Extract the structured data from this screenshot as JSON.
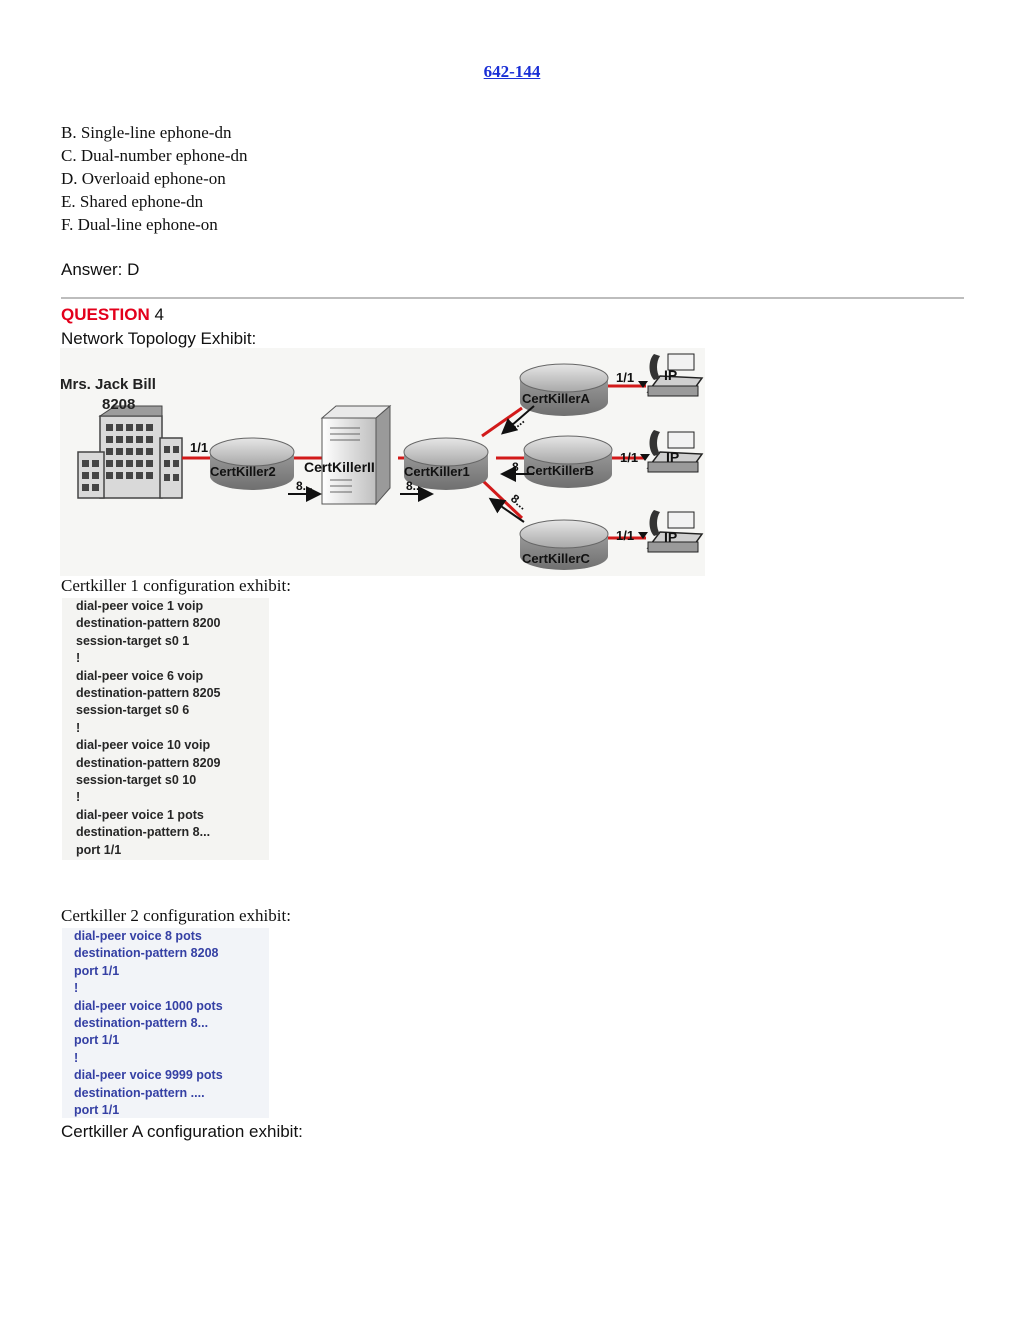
{
  "header": {
    "code": "642-144"
  },
  "options": [
    "B. Single-line ephone-dn",
    "C. Dual-number ephone-dn",
    "D. Overloaid ephone-on",
    "E. Shared ephone-dn",
    "F. Dual-line ephone-on"
  ],
  "answer": "Answer: D",
  "question": {
    "label": "QUESTION",
    "number": "4",
    "subtitle": "Network Topology Exhibit:"
  },
  "topology": {
    "owner_name": "Mrs. Jack Bill",
    "owner_ext": "8208",
    "routers": {
      "r2": "CertKiller2",
      "server": "CertKillerII",
      "r1": "CertKiller1",
      "ra": "CertKillerA",
      "rb": "CertKillerB",
      "rc": "CertKillerC"
    },
    "port_labels": {
      "left": "1/1",
      "a": "1/1",
      "b": "1/1",
      "c": "1/1"
    },
    "arrow_labels": {
      "to_server": "8...",
      "to_r1": "8...",
      "a": "8...",
      "b": "8",
      "c": "8..."
    },
    "phone_label": "IP"
  },
  "exhibit1": {
    "caption": "Certkiller 1 configuration exhibit:",
    "lines": [
      "dial-peer voice 1 voip",
      "destination-pattern 8200",
      "session-target s0 1",
      "!",
      "dial-peer voice 6 voip",
      "destination-pattern 8205",
      "session-target s0 6",
      "!",
      "dial-peer voice 10 voip",
      "destination-pattern 8209",
      "session-target s0 10",
      "!",
      "dial-peer voice 1 pots",
      "destination-pattern 8...",
      "port 1/1"
    ]
  },
  "exhibit2": {
    "caption": "Certkiller 2 configuration exhibit:",
    "lines": [
      "dial-peer voice 8 pots",
      "destination-pattern 8208",
      "port 1/1",
      "!",
      "dial-peer voice 1000 pots",
      "destination-pattern 8...",
      "port 1/1",
      "!",
      "dial-peer voice 9999 pots",
      "destination-pattern ....",
      "port 1/1"
    ]
  },
  "exhibit3": {
    "caption": "Certkiller A configuration exhibit:"
  }
}
